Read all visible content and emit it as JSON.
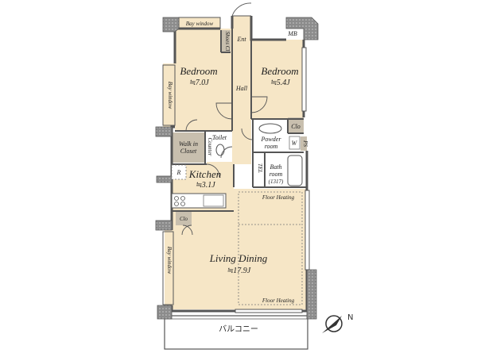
{
  "rooms": {
    "bedroom_left": {
      "name": "Bedroom",
      "area": "≒7.0J"
    },
    "bedroom_right": {
      "name": "Bedroom",
      "area": "≒5.4J"
    },
    "kitchen": {
      "name": "Kitchen",
      "area": "≒3.1J"
    },
    "living": {
      "name": "Living Dining",
      "area": "≒17.9J"
    },
    "walk_in": {
      "line1": "Walk in",
      "line2": "Closet"
    },
    "toilet": "Toilet",
    "powder": {
      "line1": "Powder",
      "line2": "room"
    },
    "bath": {
      "line1": "Bath",
      "line2": "room",
      "line3": "(1317)"
    },
    "hall": "Hall",
    "entrance": "Ent",
    "shoes": "Shoes Cl",
    "mb": "MB",
    "clo_right": "Clo",
    "clo_kitchen": "Clo",
    "counter": "Counter",
    "washer": "W",
    "fridge": "R",
    "tel": "TEL",
    "bay_top": "Bay window",
    "bay_left_upper": "Bay window",
    "bay_left_lower": "Bay window",
    "floor_heating_top": "Floor Heating",
    "floor_heating_bottom": "Floor Heating",
    "balcony": "バルコニー",
    "ps": "PS"
  },
  "compass": {
    "label": "N"
  },
  "colors": {
    "floor_wood": "#f6e6c6",
    "floor_wet": "#ffffff",
    "closet": "#c8bfae",
    "wall": "#555555",
    "column": "#9a9a9a",
    "balcony_bg": "#ffffff"
  }
}
